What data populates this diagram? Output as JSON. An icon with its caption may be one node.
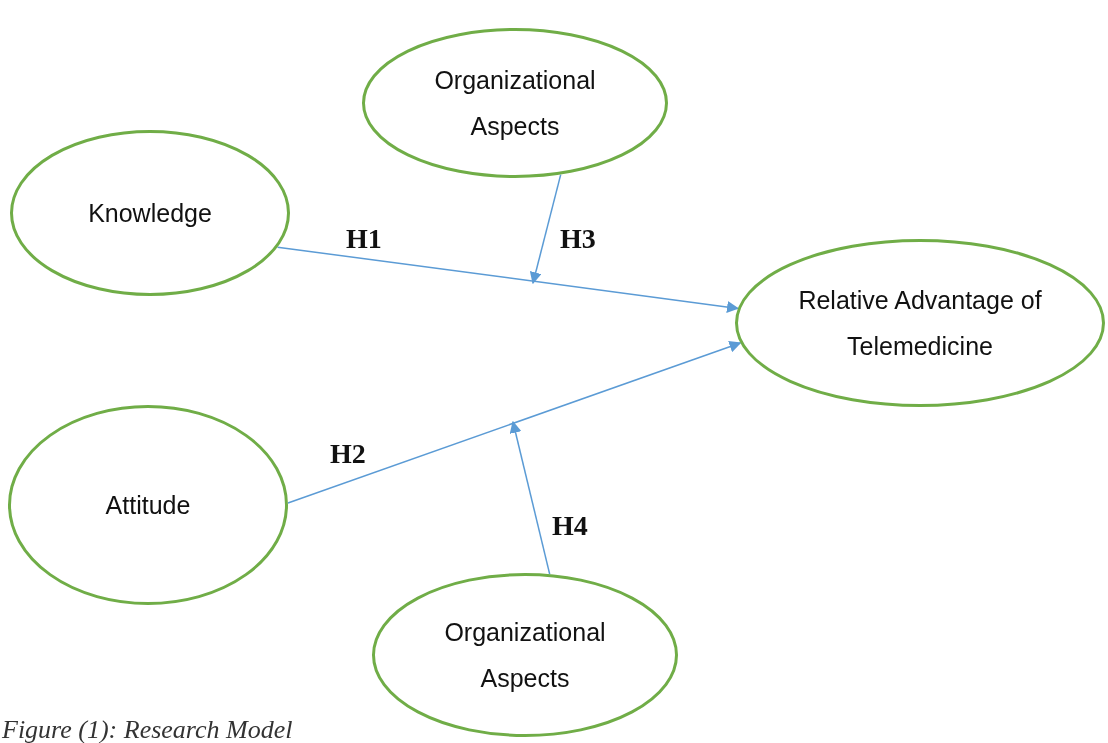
{
  "diagram": {
    "caption": "Figure (1): Research Model",
    "nodes": [
      {
        "text": [
          "Organizational Aspects"
        ]
      },
      {
        "text": [
          "Knowledge"
        ]
      },
      {
        "text": [
          "Relative Advantage of Telemedicine"
        ]
      },
      {
        "text": [
          "Attitude"
        ]
      },
      {
        "text": [
          "Organizational Aspects"
        ]
      }
    ],
    "edges": [
      {
        "from": 1,
        "to": 2,
        "arrow": "to",
        "label": "H1"
      },
      {
        "from": 3,
        "to": 2,
        "arrow": "to",
        "label": "H2"
      },
      {
        "from": 0,
        "to": null,
        "arrow": "to",
        "label": "H3"
      },
      {
        "from": 4,
        "to": null,
        "arrow": "to",
        "label": "H4"
      }
    ]
  }
}
